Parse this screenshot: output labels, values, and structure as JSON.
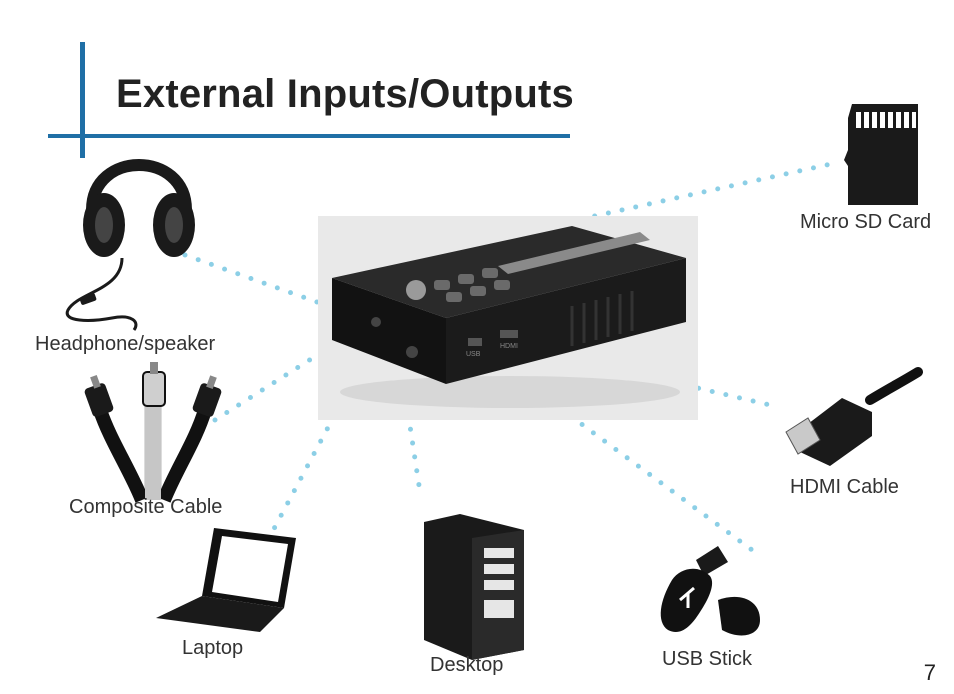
{
  "title": "External Inputs/Outputs",
  "page_number": "7",
  "colors": {
    "accent": "#1f6fa6",
    "connector": "#8ccfe6",
    "device": "#1a1a1a"
  },
  "projector": {
    "port_labels": [
      "USB",
      "HDMI"
    ]
  },
  "devices": [
    {
      "label": "Micro SD Card",
      "icon": "micro-sd-card-icon"
    },
    {
      "label": "Headphone/speaker",
      "icon": "headphones-icon"
    },
    {
      "label": "Composite Cable",
      "icon": "composite-cable-icon"
    },
    {
      "label": "HDMI Cable",
      "icon": "hdmi-cable-icon"
    },
    {
      "label": "Laptop",
      "icon": "laptop-icon"
    },
    {
      "label": "Desktop",
      "icon": "desktop-tower-icon"
    },
    {
      "label": "USB Stick",
      "icon": "usb-stick-icon"
    }
  ]
}
